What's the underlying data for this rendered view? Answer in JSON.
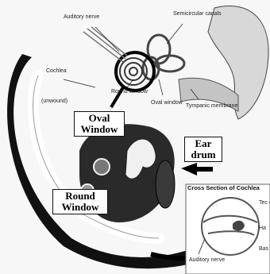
{
  "labels": {
    "auditory_nerve": "Auditory nerve",
    "semicircular_canals": "Semicircular canals",
    "cochlea": "Cochlea",
    "unwound": "(unwound)",
    "round_window_small": "Round window",
    "oval_window_small": "Oval window",
    "tympanic_membrane": "Tympanic membrane"
  },
  "callouts": {
    "oval_window": "Oval Window",
    "ear_drum": "Ear drum",
    "round_window": "Round Window"
  },
  "inset": {
    "title": "Cross Section of Cochlea",
    "label_top": "Tec mer",
    "label_mid": "Ha",
    "label_bot": "Bas mer",
    "auditory_nerve": "Auditory nerve"
  }
}
